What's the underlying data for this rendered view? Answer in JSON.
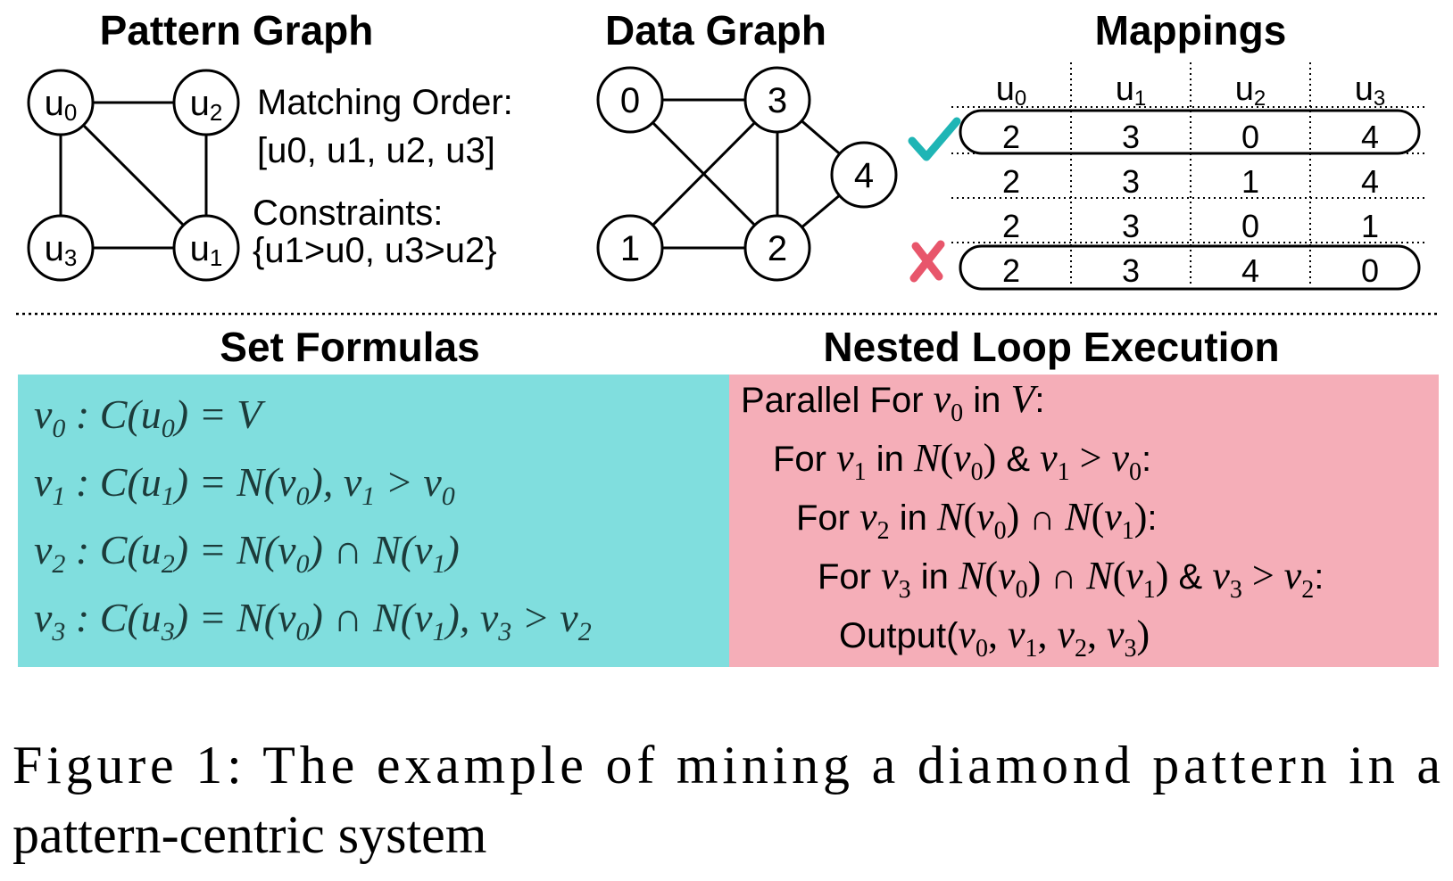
{
  "titles": {
    "pattern_graph": "Pattern Graph",
    "data_graph": "Data Graph",
    "mappings": "Mappings",
    "set_formulas": "Set Formulas",
    "nested_loop": "Nested Loop Execution"
  },
  "pattern": {
    "nodes": {
      "u0": "u0",
      "u1": "u1",
      "u2": "u2",
      "u3": "u3"
    },
    "matching_order_label": "Matching Order:",
    "matching_order_value": "[u0, u1, u2, u3]",
    "constraints_label": "Constraints:",
    "constraints_value": "{u1>u0, u3>u2}"
  },
  "data_graph": {
    "nodes": {
      "n0": "0",
      "n1": "1",
      "n2": "2",
      "n3": "3",
      "n4": "4"
    }
  },
  "mappings": {
    "headers": [
      "u0",
      "u1",
      "u2",
      "u3"
    ],
    "rows": [
      [
        "2",
        "3",
        "0",
        "4"
      ],
      [
        "2",
        "3",
        "1",
        "4"
      ],
      [
        "2",
        "3",
        "0",
        "1"
      ],
      [
        "2",
        "3",
        "4",
        "0"
      ]
    ],
    "valid_mark": "✔",
    "invalid_mark": "✘",
    "check_color": "#1fb5b5",
    "cross_color": "#e8566b"
  },
  "formulas": [
    "v0 : C(u0) = V",
    "v1 : C(u1) = N(v0), v1 > v0",
    "v2 : C(u2) = N(v0) ∩ N(v1)",
    "v3 : C(u3) = N(v0) ∩ N(v1), v3 > v2"
  ],
  "loop_lines": [
    "Parallel For v0 in V:",
    "For v1 in N(v0) & v1 > v0:",
    "For v2 in N(v0) ∩ N(v1):",
    "For v3 in N(v0) ∩ N(v1) & v3 > v2:",
    "Output(v0, v1, v2, v3)"
  ],
  "caption": {
    "line1": "Figure 1: The example of mining a diamond pattern in a",
    "line2": "pattern-centric system"
  },
  "colors": {
    "formula_bg": "#80dede",
    "loop_bg": "#f5aeb8"
  }
}
